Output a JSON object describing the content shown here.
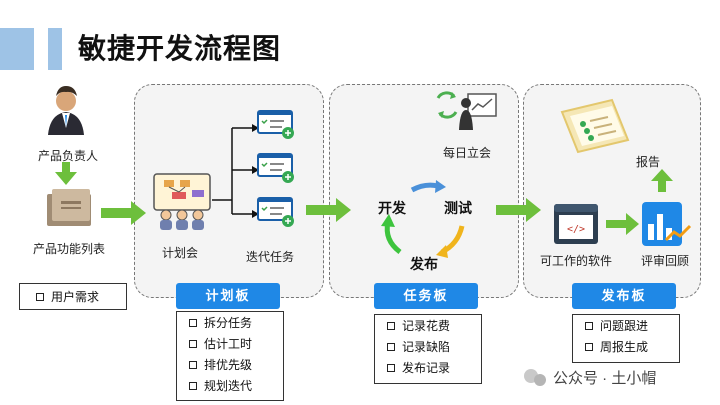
{
  "title": "敏捷开发流程图",
  "left": {
    "product_owner": "产品负责人",
    "feature_list": "产品功能列表",
    "user_needs": "用户需求"
  },
  "planning": {
    "meeting": "计划会",
    "iteration_tasks": "迭代任务",
    "board_label": "计划板",
    "items": [
      "拆分任务",
      "估计工时",
      "排优先级",
      "规划迭代"
    ]
  },
  "tasks": {
    "daily": "每日立会",
    "cycle": [
      "开发",
      "测试",
      "发布"
    ],
    "board_label": "任务板",
    "items": [
      "记录花费",
      "记录缺陷",
      "发布记录"
    ]
  },
  "release": {
    "report": "报告",
    "working_software": "可工作的软件",
    "review": "评审回顾",
    "board_label": "发布板",
    "items": [
      "问题跟进",
      "周报生成"
    ]
  },
  "watermark": "公众号 · 土小帽",
  "colors": {
    "arrow_green": "#6dbf3c",
    "tab_blue": "#1f88e6",
    "accent_light_blue": "#9ec3e6"
  }
}
